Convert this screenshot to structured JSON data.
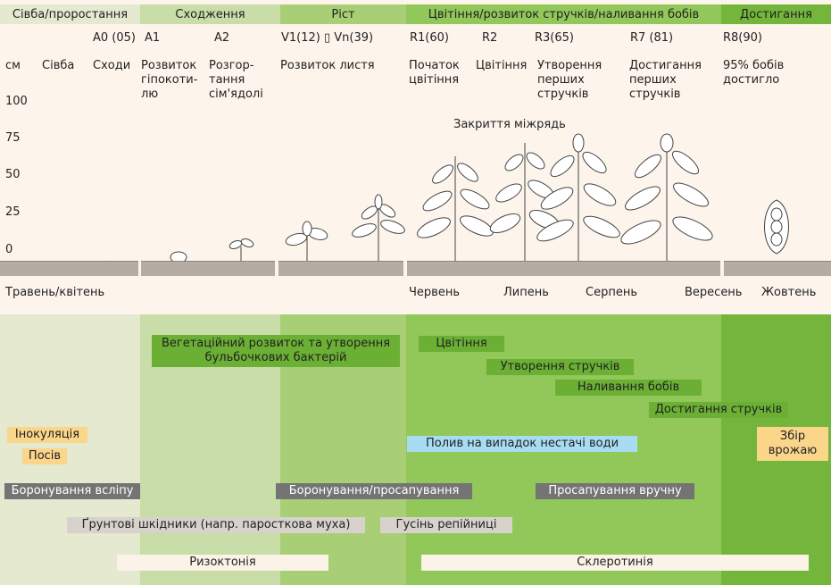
{
  "stages": {
    "sowing": "Сівба/проростання",
    "emergence": "Сходження",
    "growth": "Ріст",
    "flowering": "Цвітіння/розвиток стручків/наливання бобів",
    "maturity": "Достигання"
  },
  "codes": {
    "a0": "A0 (05)",
    "a1": "A1",
    "a2": "A2",
    "v": "V1(12) ▯ Vn(39)",
    "r1": "R1(60)",
    "r2": "R2",
    "r3": "R3(65)",
    "r7": "R7 (81)",
    "r8": "R8(90)"
  },
  "desc": {
    "unit": "см",
    "sowing": "Сівба",
    "emergence": "Сходи",
    "hypocotyl": "Розвиток\nгіпокоти-\nлю",
    "cotyledon": "Розгор-\nтання\nсім'ядолі",
    "leaf": "Розвиток листя",
    "flower_start": "Початок\nцвітіння",
    "flowering": "Цвітіння",
    "pod_form": "Утворення\nперших\nстручків",
    "pod_mature": "Достигання\nперших\nстручків",
    "mature95": "95% бобів\nдостигло"
  },
  "axis": {
    "y_ticks": [
      "100",
      "75",
      "50",
      "25",
      "0"
    ]
  },
  "canopy": "Закриття міжрядь",
  "months": {
    "may_apr": "Травень/квітень",
    "june": "Червень",
    "july": "Липень",
    "august": "Серпень",
    "september": "Вересень",
    "october": "Жовтень"
  },
  "activities": {
    "veg": "Вегетаційний розвиток та утворення\nбульбочкових бактерій",
    "flowering": "Цвітіння",
    "pod_form": "Утворення стручків",
    "bean_fill": "Наливання бобів",
    "pod_ripen": "Достигання стручків",
    "inoculation": "Інокуляція",
    "sowing": "Посів",
    "irrigation": "Полив на випадок нестачі води",
    "harvest": "Збір\nврожаю",
    "blind_harrow": "Боронування всліпу",
    "harrow_weed": "Боронування/просапування",
    "hand_weed": "Просапування вручну",
    "soil_pests": "Ґрунтові шкідники (напр. паросткова муха)",
    "caterpillar": "Гусінь репійниці",
    "rhizoctonia": "Ризоктонія",
    "sclerotinia": "Склеротинія"
  },
  "colors": {
    "c1": "#e4e9cf",
    "c2": "#c9dda8",
    "c3": "#a8cf76",
    "c4": "#92c75a",
    "c5": "#74b63b",
    "dark_green": "#6bb034",
    "orange": "#fbd58a",
    "blue": "#a7dcf2",
    "gray": "#747474",
    "lightgray": "#d7d2cc",
    "white": "#fbf2e8"
  }
}
